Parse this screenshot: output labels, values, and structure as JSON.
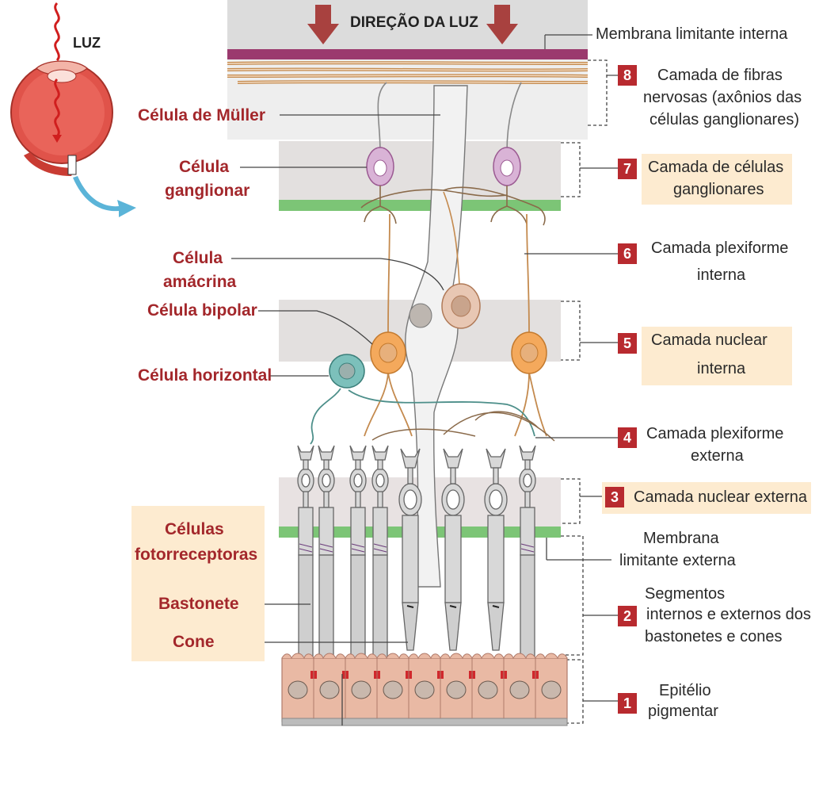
{
  "eye": {
    "label": "LUZ"
  },
  "header": {
    "title": "DIREÇÃO DA LUZ"
  },
  "left_labels": {
    "muller": "Célula de Müller",
    "ganglionar_1": "Célula",
    "ganglionar_2": "ganglionar",
    "amacrina_1": "Célula",
    "amacrina_2": "amácrina",
    "bipolar": "Célula bipolar",
    "horizontal": "Célula horizontal",
    "fotorreceptoras_1": "Células",
    "fotorreceptoras_2": "fotorreceptoras",
    "bastonete": "Bastonete",
    "cone": "Cone"
  },
  "right_labels": {
    "membrana_interna": "Membrana limitante interna",
    "membrana_externa_1": "Membrana",
    "membrana_externa_2": "limitante externa"
  },
  "layers": [
    {
      "number": "8",
      "lines": [
        "Camada de fibras",
        "nervosas (axônios das",
        "células  ganglionares)"
      ]
    },
    {
      "number": "7",
      "lines": [
        "Camada de células",
        "ganglionares"
      ]
    },
    {
      "number": "6",
      "lines": [
        "Camada plexiforme",
        "interna"
      ]
    },
    {
      "number": "5",
      "lines": [
        "Camada nuclear",
        "interna"
      ]
    },
    {
      "number": "4",
      "lines": [
        "Camada plexiforme",
        "externa"
      ]
    },
    {
      "number": "3",
      "lines": [
        "Camada nuclear externa"
      ]
    },
    {
      "number": "2",
      "lines": [
        "Segmentos",
        "internos e externos dos",
        "bastonetes e cones"
      ]
    },
    {
      "number": "1",
      "lines": [
        "Epitélio",
        "pigmentar"
      ]
    }
  ],
  "colors": {
    "label_red": "#a3272b",
    "badge_red": "#b82a2f",
    "highlight_box": "#fdebd0",
    "membrane_purple": "#9b3a6e",
    "limiting_green": "#7cc576",
    "axon_tan": "#c48a4e",
    "bipolar_orange": "#f4a95c",
    "ganglion_pink": "#d9b3d6",
    "horizontal_teal": "#7cc0bb",
    "pigment_epithelium": "#e9b9a4",
    "arrow_blue": "#5bb4d8"
  }
}
